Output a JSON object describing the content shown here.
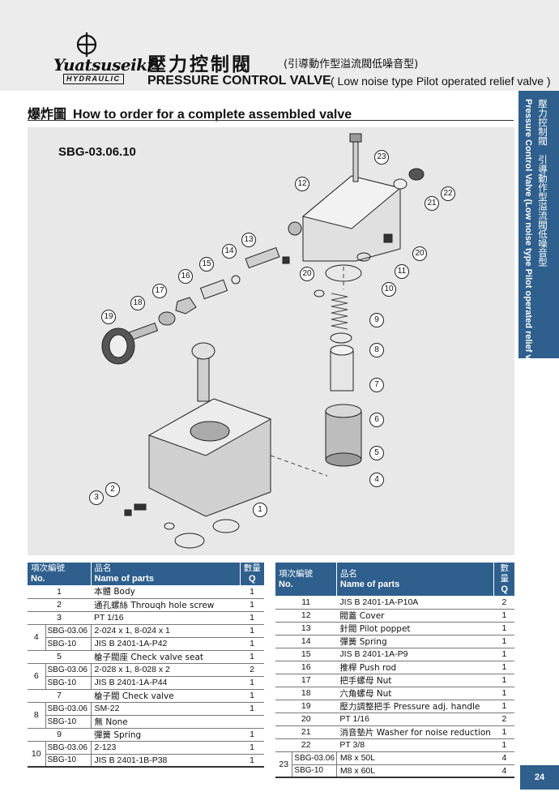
{
  "header": {
    "brand": "Yuatsuseiki",
    "brand_sub": "HYDRAULIC",
    "title_zh": "壓力控制閥",
    "subtitle_zh": "(引導動作型溢流閥低噪音型)",
    "title_en": "PRESSURE CONTROL VALVE",
    "subtitle_en": "( Low noise type Pilot operated relief valve )"
  },
  "section": {
    "title_zh": "爆炸圖",
    "title_en": "How to order for a complete assembled valve"
  },
  "side_tab": {
    "zh": "壓力控制閥　引導動作型溢流閥低噪音型",
    "en": "Pressure Control Valve (Low noise type Pilot operated relief valve)"
  },
  "diagram": {
    "model": "SBG-03.06.10",
    "callouts": [
      "1",
      "2",
      "3",
      "4",
      "5",
      "6",
      "7",
      "8",
      "9",
      "10",
      "11",
      "12",
      "13",
      "14",
      "15",
      "16",
      "17",
      "18",
      "19",
      "20",
      "20",
      "21",
      "22",
      "23"
    ]
  },
  "table_headers": {
    "item_zh": "項次編號",
    "item_en": "No.",
    "name_zh": "品名",
    "name_en": "Name of parts",
    "qty_zh": "數量",
    "qty_en": "Q"
  },
  "parts_left": [
    {
      "no": "1",
      "name": "本體 Body",
      "q": "1"
    },
    {
      "no": "2",
      "name": "通孔螺絲 Throuqh hole screw",
      "q": "1"
    },
    {
      "no": "3",
      "name": "PT 1/16",
      "q": "1"
    },
    {
      "no": "4",
      "sub": "SBG-03.06",
      "name": "2-024 x 1, 8-024 x 1",
      "q": "1"
    },
    {
      "no": "",
      "sub": "SBG-10",
      "name": "JIS B 2401-1A-P42",
      "q": "1"
    },
    {
      "no": "5",
      "name": "槍子閥座 Check valve seat",
      "q": "1"
    },
    {
      "no": "6",
      "sub": "SBG-03.06",
      "name": "2-028 x 1, 8-028 x 2",
      "q": "2"
    },
    {
      "no": "",
      "sub": "SBG-10",
      "name": "JIS B 2401-1A-P44",
      "q": "1"
    },
    {
      "no": "7",
      "name": "槍子閥 Check valve",
      "q": "1"
    },
    {
      "no": "8",
      "sub": "SBG-03.06",
      "name": "SM-22",
      "q": "1"
    },
    {
      "no": "",
      "sub": "SBG-10",
      "name": "無 None",
      "q": ""
    },
    {
      "no": "9",
      "name": "彈簧 Spring",
      "q": "1"
    },
    {
      "no": "10",
      "sub": "SBG-03.06",
      "name": "2-123",
      "q": "1"
    },
    {
      "no": "",
      "sub": "SBG-10",
      "name": "JIS B 2401-1B-P38",
      "q": "1"
    }
  ],
  "parts_right": [
    {
      "no": "11",
      "name": "JIS B 2401-1A-P10A",
      "q": "2"
    },
    {
      "no": "12",
      "name": "閥蓋 Cover",
      "q": "1"
    },
    {
      "no": "13",
      "name": "針閥 Pilot poppet",
      "q": "1"
    },
    {
      "no": "14",
      "name": "彈簧 Spring",
      "q": "1"
    },
    {
      "no": "15",
      "name": "JIS B 2401-1A-P9",
      "q": "1"
    },
    {
      "no": "16",
      "name": "推桿 Push rod",
      "q": "1"
    },
    {
      "no": "17",
      "name": "把手螺母 Nut",
      "q": "1"
    },
    {
      "no": "18",
      "name": "六角螺母 Nut",
      "q": "1"
    },
    {
      "no": "19",
      "name": "壓力調整把手 Pressure adj. handle",
      "q": "1"
    },
    {
      "no": "20",
      "name": "PT 1/16",
      "q": "2"
    },
    {
      "no": "21",
      "name": "消音墊片 Washer for noise reduction",
      "q": "1"
    },
    {
      "no": "22",
      "name": "PT 3/8",
      "q": "1"
    },
    {
      "no": "23",
      "sub": "SBG-03.06",
      "name": "M8 x 50L",
      "q": "4"
    },
    {
      "no": "",
      "sub": "SBG-10",
      "name": "M8 x 60L",
      "q": "4"
    }
  ],
  "page_number": "24",
  "colors": {
    "accent": "#2e5f8d",
    "band": "#ececec",
    "diagram_bg": "#e8e8e8"
  }
}
